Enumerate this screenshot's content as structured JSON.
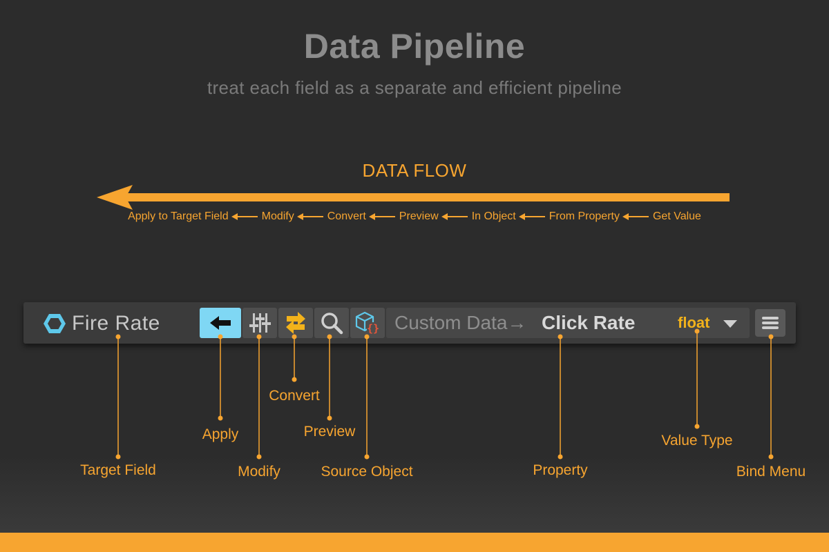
{
  "header": {
    "title": "Data Pipeline",
    "subtitle": "treat each field as a separate and efficient pipeline"
  },
  "flow": {
    "title": "DATA FLOW",
    "steps": [
      "Apply to Target Field",
      "Modify",
      "Convert",
      "Preview",
      "In Object",
      "From Property",
      "Get Value"
    ]
  },
  "toolbar": {
    "target_field": "Fire Rate",
    "source": "Custom Data→",
    "property": "Click Rate",
    "value_type": "float"
  },
  "callouts": {
    "target_field": "Target Field",
    "apply": "Apply",
    "modify": "Modify",
    "convert": "Convert",
    "preview": "Preview",
    "source_object": "Source Object",
    "property": "Property",
    "value_type": "Value Type",
    "bind_menu": "Bind Menu"
  },
  "colors": {
    "accent": "#f7a530",
    "apply_active": "#7fd7f4",
    "value_type": "#f2b21b",
    "icon_blue": "#5ec8ea",
    "icon_red": "#e8563a"
  },
  "icons": [
    "hexagon-icon",
    "arrow-left-icon",
    "sliders-icon",
    "swap-arrows-icon",
    "magnifier-icon",
    "cube-braces-icon",
    "chevron-down-icon",
    "hamburger-icon"
  ]
}
